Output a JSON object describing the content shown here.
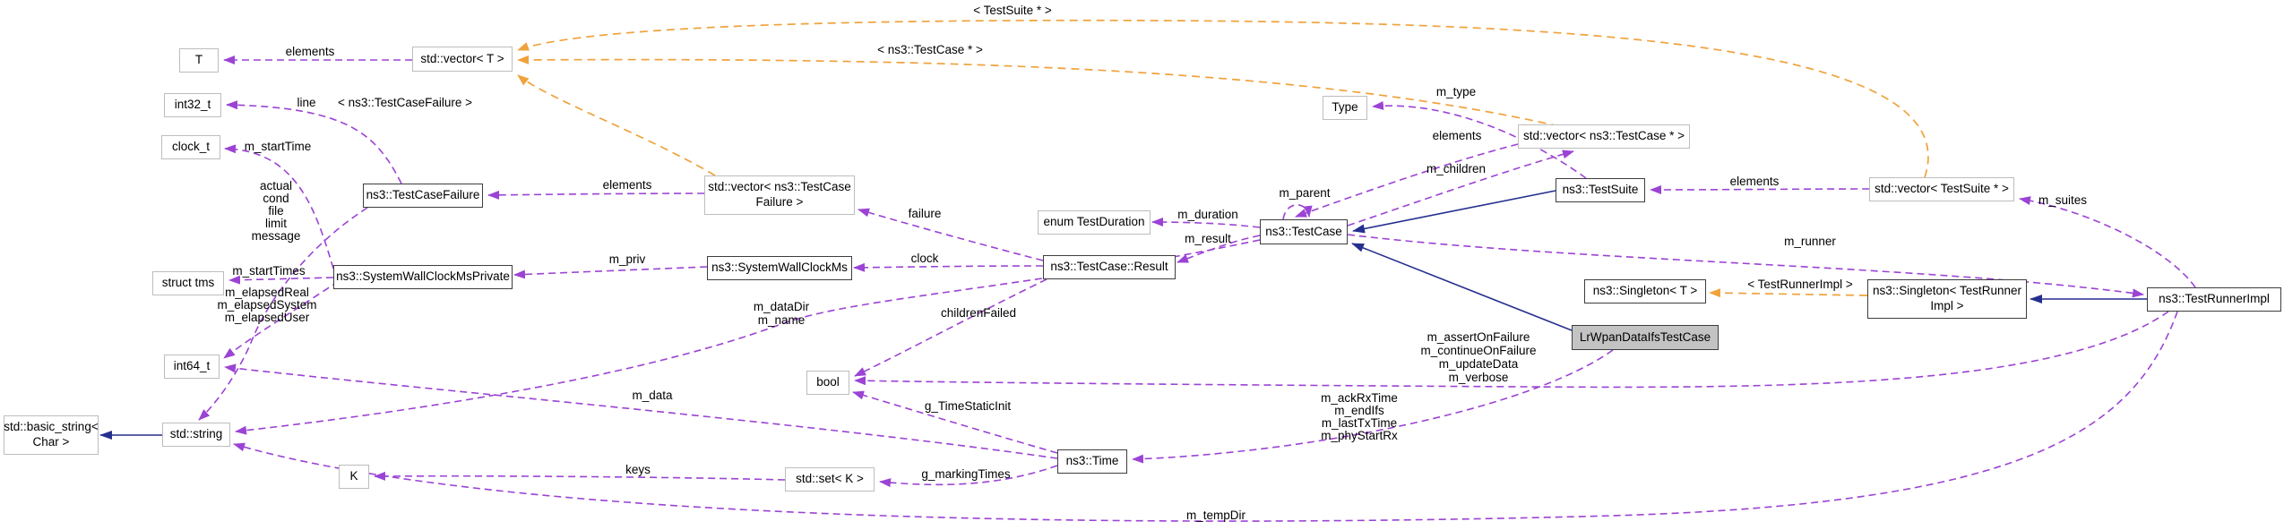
{
  "diagram": {
    "type": "collaboration-graph",
    "highlighted_class": "LrWpanDataIfsTestCase",
    "colors": {
      "member_edge": "#9b43d4",
      "template_edge": "#f0a23c",
      "inheritance_edge": "#252f8e",
      "documented_border": "#3d3d3d",
      "external_border": "#bdbdbd",
      "highlight_fill": "#c3c3c3",
      "background": "#ffffff"
    },
    "nodes": {
      "t": {
        "label": "T"
      },
      "vec_t": {
        "label": "std::vector< T >"
      },
      "int32": {
        "label": "int32_t"
      },
      "clock": {
        "label": "clock_t"
      },
      "tcf": {
        "label": "ns3::TestCaseFailure"
      },
      "tms": {
        "label": "struct tms"
      },
      "swcmp": {
        "label": "ns3::SystemWallClockMsPrivate"
      },
      "int64": {
        "label": "int64_t"
      },
      "bstr": {
        "label": "std::basic_string<",
        "label2": "Char >"
      },
      "str": {
        "label": "std::string"
      },
      "k": {
        "label": "K"
      },
      "setk": {
        "label": "std::set< K >"
      },
      "vec_tcf": {
        "label": "std::vector< ns3::TestCase",
        "label2": "Failure >"
      },
      "swcm": {
        "label": "ns3::SystemWallClockMs"
      },
      "bool": {
        "label": "bool"
      },
      "time": {
        "label": "ns3::Time"
      },
      "dur": {
        "label": "enum TestDuration"
      },
      "result": {
        "label": "ns3::TestCase::Result"
      },
      "tc": {
        "label": "ns3::TestCase"
      },
      "type": {
        "label": "Type"
      },
      "vec_tcp": {
        "label": "std::vector< ns3::TestCase * >"
      },
      "ts": {
        "label": "ns3::TestSuite"
      },
      "vec_tsp": {
        "label": "std::vector< TestSuite * >"
      },
      "sing_t": {
        "label": "ns3::Singleton< T >"
      },
      "lrwpan": {
        "label": "LrWpanDataIfsTestCase"
      },
      "sing_tri": {
        "label": "ns3::Singleton< TestRunner",
        "label2": "Impl >"
      },
      "tri": {
        "label": "ns3::TestRunnerImpl"
      }
    },
    "edge_labels": {
      "elements_vec_t": "elements",
      "template_test_suite": "< TestSuite * >",
      "template_test_case": "< ns3::TestCase * >",
      "template_test_case_failure": "< ns3::TestCaseFailure >",
      "line": "line",
      "m_startTime": "m_startTime",
      "actual": "actual",
      "cond": "cond",
      "file": "file",
      "limit": "limit",
      "message": "message",
      "elements_vec_tcf": "elements",
      "m_startTimes": "m_startTimes",
      "m_elapsedReal": "m_elapsedReal",
      "m_elapsedSystem": "m_elapsedSystem",
      "m_elapsedUser": "m_elapsedUser",
      "m_priv": "m_priv",
      "m_dataDir": "m_dataDir",
      "m_name": "m_name",
      "failure": "failure",
      "clock": "clock",
      "childrenFailed": "childrenFailed",
      "m_duration": "m_duration",
      "m_result": "m_result",
      "m_parent": "m_parent",
      "m_type": "m_type",
      "elements_vec_tcp": "elements",
      "m_children": "m_children",
      "elements_vec_tsp": "elements",
      "m_suites": "m_suites",
      "m_runner": "m_runner",
      "template_test_runner_impl": "< TestRunnerImpl >",
      "m_assertOnFailure": "m_assertOnFailure",
      "m_continueOnFailure": "m_continueOnFailure",
      "m_updateData": "m_updateData",
      "m_verbose": "m_verbose",
      "m_ackRxTime": "m_ackRxTime",
      "m_endIfs": "m_endIfs",
      "m_lastTxTime": "m_lastTxTime",
      "m_phyStartRx": "m_phyStartRx",
      "g_TimeStaticInit": "g_TimeStaticInit",
      "m_data": "m_data",
      "g_markingTimes": "g_markingTimes",
      "keys": "keys",
      "m_tempDir": "m_tempDir"
    }
  }
}
